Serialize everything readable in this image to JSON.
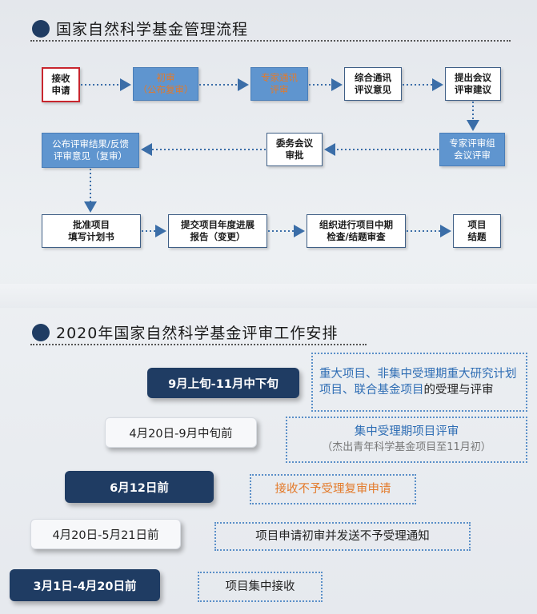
{
  "section1": {
    "title": "国家自然科学基金管理流程"
  },
  "flow": {
    "row1": [
      {
        "lines": [
          "接收",
          "申请"
        ]
      },
      {
        "lines": [
          "初审",
          "（公布复审）"
        ]
      },
      {
        "lines": [
          "专家通讯",
          "评审"
        ]
      },
      {
        "lines": [
          "综合通讯",
          "评议意见"
        ]
      },
      {
        "lines": [
          "提出会议",
          "评审建议"
        ]
      }
    ],
    "row2": [
      {
        "lines": [
          "公布评审结果/反馈",
          "评审意见（复审）"
        ]
      },
      {
        "lines": [
          "委务会议",
          "审批"
        ]
      },
      {
        "lines": [
          "专家评审组",
          "会议评审"
        ]
      }
    ],
    "row3": [
      {
        "lines": [
          "批准项目",
          "填写计划书"
        ]
      },
      {
        "lines": [
          "提交项目年度进展",
          "报告（变更）"
        ]
      },
      {
        "lines": [
          "组织进行项目中期",
          "检查/结题审查"
        ]
      },
      {
        "lines": [
          "项目",
          "结题"
        ]
      }
    ]
  },
  "section2": {
    "title": "2020年国家自然科学基金评审工作安排"
  },
  "schedule": [
    {
      "date": "9月上旬-11月中下旬",
      "desc_b": "重大项目、非集中受理期重大研究计划项目、联合基金项目",
      "desc_k": "的受理与评审"
    },
    {
      "date": "4月20日-9月中旬前",
      "desc_main": "集中受理期项目评审",
      "desc_sub": "（杰出青年科学基金项目至11月初）"
    },
    {
      "date": "6月12日前",
      "desc": "接收不予受理复审申请"
    },
    {
      "date": "4月20日-5月21日前",
      "desc": "项目申请初审并发送不予受理通知"
    },
    {
      "date": "3月1日-4月20日前",
      "desc": "项目集中接收"
    }
  ],
  "colors": {
    "dark_navy": "#1f3c63",
    "flow_blue": "#5f95cf",
    "accent_orange": "#e37a2a",
    "highlight_red": "#c8262e",
    "desc_blue": "#2e6db4"
  }
}
